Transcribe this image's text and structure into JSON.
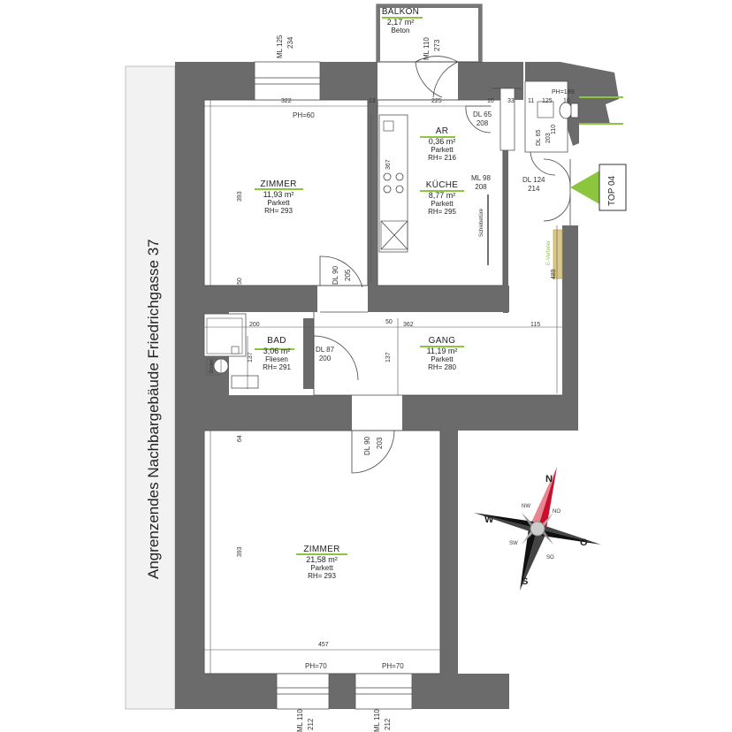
{
  "street_label": "Angrenzendes Nachbargebäude Friedrichgasse 37",
  "unit_tag": "TOP 04",
  "rooms": {
    "balkon": {
      "name": "BALKON",
      "area": "2,17 m²",
      "floor": "Beton"
    },
    "zimmer1": {
      "name": "ZIMMER",
      "area": "11,93 m²",
      "floor": "Parkett",
      "height": "RH= 293"
    },
    "ar": {
      "name": "AR",
      "area": "0,36 m²",
      "floor": "Parkett",
      "height": "RH= 216"
    },
    "kueche": {
      "name": "KÜCHE",
      "area": "8,77 m²",
      "floor": "Parkett",
      "height": "RH= 295"
    },
    "bad": {
      "name": "BAD",
      "area": "3,06 m²",
      "floor": "Fliesen",
      "height": "RH= 291"
    },
    "gang": {
      "name": "GANG",
      "area": "11,19 m²",
      "floor": "Parkett",
      "height": "RH= 280"
    },
    "zimmer2": {
      "name": "ZIMMER",
      "area": "21,58 m²",
      "floor": "Parkett",
      "height": "RH= 293"
    }
  },
  "annotations": {
    "ph60": "PH=60",
    "ph189": "PH=189",
    "ph70a": "PH=70",
    "ph70b": "PH=70",
    "ml125": "ML 125",
    "ml125h": "234",
    "ml110_balkon": "ML 110",
    "ml110_balkon_h": "273",
    "ml98": "ML 98",
    "ml98h": "208",
    "dl65a": "DL 65",
    "dl65a_h": "208",
    "dl65b": "DL 65",
    "dl65b_h": "203",
    "dl124": "DL 124",
    "dl124_h": "214",
    "dl90a": "DL 90",
    "dl90a_h": "205",
    "dl87": "DL 87",
    "dl87_h": "200",
    "dl90b": "DL 90",
    "dl90b_h": "203",
    "ml110a": "ML 110",
    "ml110a_h": "212",
    "ml110b": "ML 110",
    "ml110b_h": "212",
    "schiebetuere": "Schiebetüre",
    "boiler": "Boiler",
    "e_verteiler": "E-Verteiler"
  },
  "dimensions": {
    "d322": "322",
    "d13": "13",
    "d225": "225",
    "d10": "10",
    "d33": "33",
    "d11": "11",
    "d125": "125",
    "d10b": "10",
    "d367": "367",
    "d393": "393",
    "d50a": "50",
    "d200": "200",
    "d50b": "50",
    "d362": "362",
    "d115": "115",
    "d137a": "137",
    "d137b": "137",
    "d489": "489",
    "d64": "64",
    "d393b": "393",
    "d457": "457",
    "d110": "110"
  },
  "compass": {
    "n": "N",
    "s": "S",
    "w": "W",
    "o": "O",
    "nw": "NW",
    "no": "NO",
    "sw": "SW",
    "so": "SO"
  },
  "colors": {
    "wall": "#6b6b6b",
    "accent": "#8cc63f",
    "compass_red": "#c8102e"
  }
}
